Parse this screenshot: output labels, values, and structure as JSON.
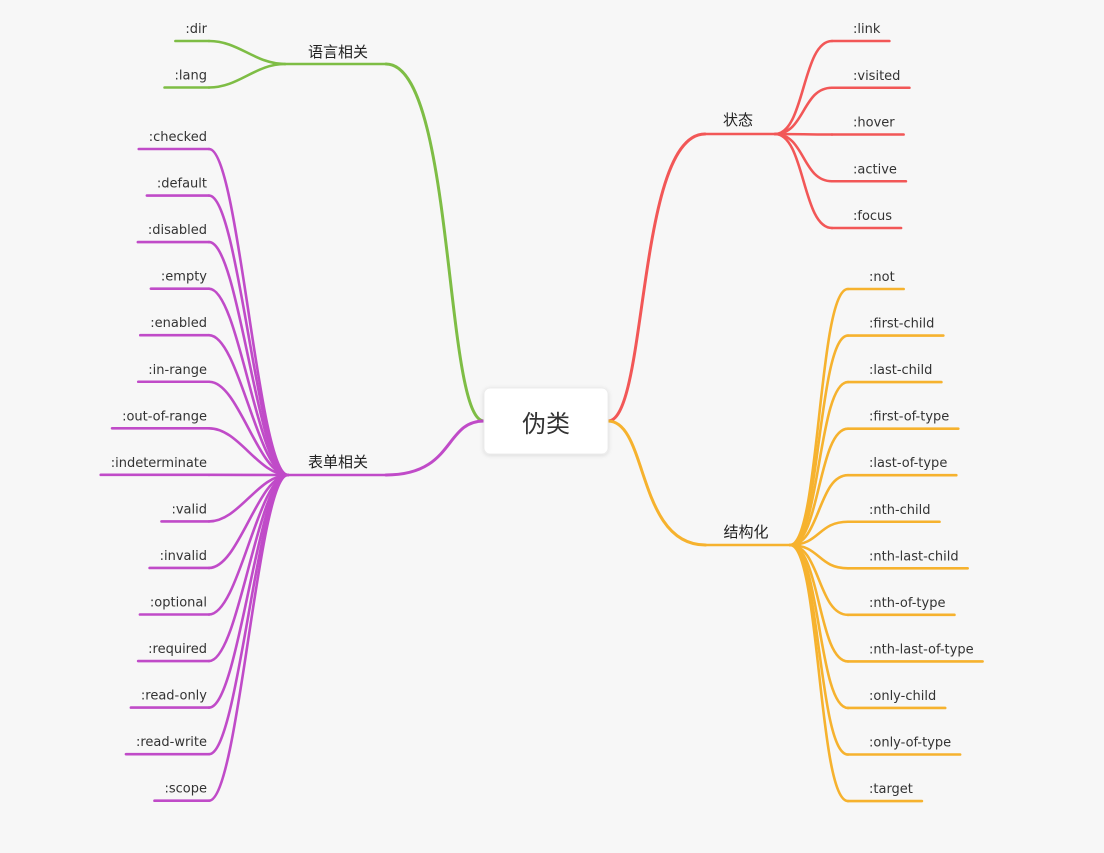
{
  "root": {
    "label": "伪类"
  },
  "branches": [
    {
      "key": "state",
      "label": "状态",
      "side": "right",
      "color": "#f25757",
      "children": [
        ":link",
        ":visited",
        ":hover",
        ":active",
        ":focus"
      ]
    },
    {
      "key": "structural",
      "label": "结构化",
      "side": "right",
      "color": "#f6b22e",
      "children": [
        ":not",
        ":first-child",
        ":last-child",
        ":first-of-type",
        ":last-of-type",
        ":nth-child",
        ":nth-last-child",
        ":nth-of-type",
        ":nth-last-of-type",
        ":only-child",
        ":only-of-type",
        ":target"
      ]
    },
    {
      "key": "language",
      "label": "语言相关",
      "side": "left",
      "color": "#7ebd45",
      "children": [
        ":dir",
        ":lang"
      ]
    },
    {
      "key": "form",
      "label": "表单相关",
      "side": "left",
      "color": "#c04bc8",
      "children": [
        ":checked",
        ":default",
        ":disabled",
        ":empty",
        ":enabled",
        ":in-range",
        ":out-of-range",
        ":indeterminate",
        ":valid",
        ":invalid",
        ":optional",
        ":required",
        ":read-only",
        ":read-write",
        ":scope"
      ]
    }
  ]
}
